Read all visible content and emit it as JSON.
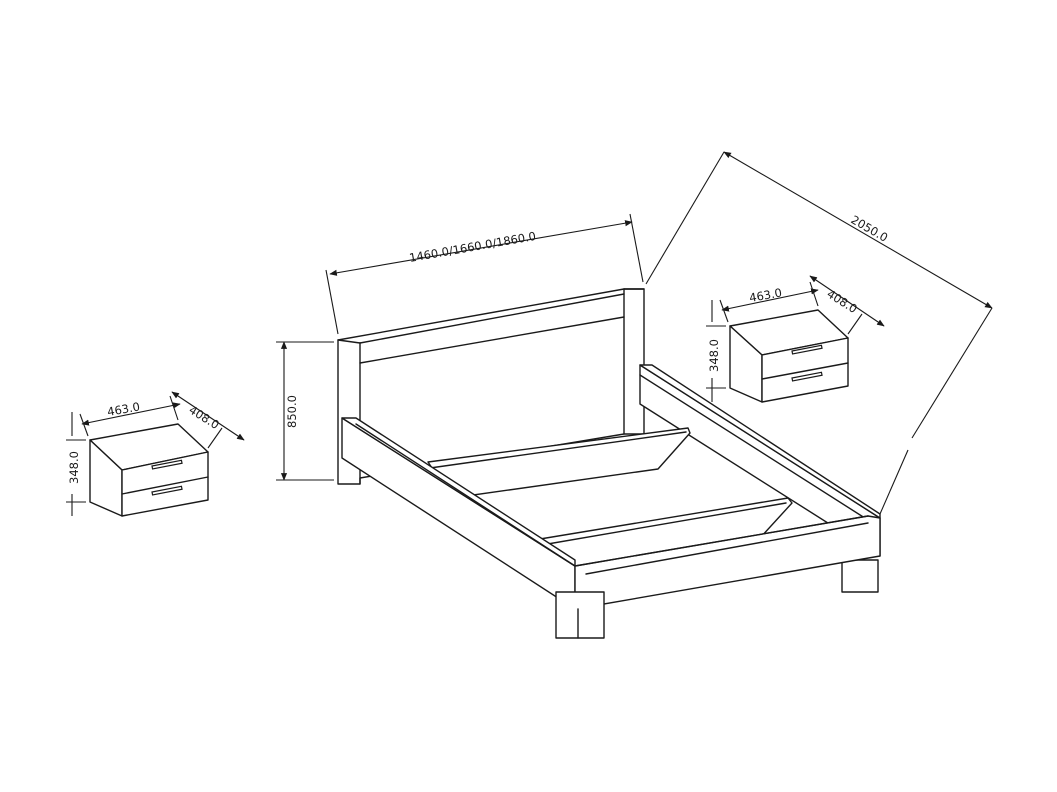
{
  "dimensions": {
    "bed_width": "1460.0/1660.0/1860.0",
    "bed_length": "2050.0",
    "headboard_height": "850.0",
    "left_nightstand": {
      "width": "463.0",
      "depth": "408.0",
      "height": "348.0"
    },
    "right_nightstand": {
      "width": "463.0",
      "depth": "408.0",
      "height": "348.0"
    }
  }
}
